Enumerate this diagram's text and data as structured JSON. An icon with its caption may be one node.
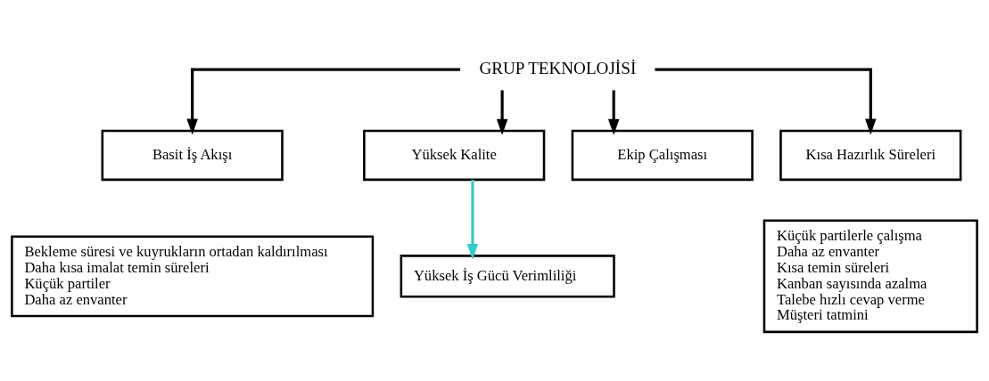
{
  "diagram": {
    "nodes": [
      {
        "text": [
          "GRUP TEKNOLOJİSİ"
        ]
      },
      {
        "text": [
          "Basit İş Akışı"
        ]
      },
      {
        "text": [
          "Bekleme süresi ve kuyrukların ortadan kaldırılması",
          "Daha kısa imalat temin süreleri",
          "Küçük partiler",
          "Daha az envanter"
        ]
      },
      {
        "text": [
          "Yüksek Kalite"
        ]
      },
      {
        "text": [
          "Yüksek İş Gücü Verimliliği"
        ]
      },
      {
        "text": [
          "Ekip Çalışması"
        ]
      },
      {
        "text": [
          "Kısa Hazırlık Süreleri"
        ]
      },
      {
        "text": [
          "Küçük partilerle çalışma",
          "Daha az envanter",
          "Kısa temin süreleri",
          "Kanban sayısında azalma",
          "Talebe hızlı cevap verme",
          "Müşteri tatmini"
        ]
      }
    ],
    "edges": [
      {
        "from": 0,
        "to": 1,
        "arrow": "to"
      },
      {
        "from": 0,
        "to": 3,
        "arrow": "to"
      },
      {
        "from": 0,
        "to": 5,
        "arrow": "to"
      },
      {
        "from": 0,
        "to": 6,
        "arrow": "to"
      },
      {
        "from": 3,
        "to": 4,
        "arrow": "to",
        "color": "#33cccc"
      }
    ]
  }
}
